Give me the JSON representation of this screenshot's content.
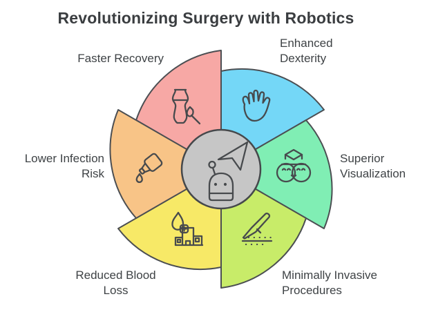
{
  "title": "Revolutionizing Surgery with Robotics",
  "colors": {
    "outline": "#4b4e52",
    "text": "#3e4245",
    "background": "#ffffff"
  },
  "center": {
    "fill": "#c6c6c6",
    "icons": [
      "robot-head-icon",
      "cursor-send-icon"
    ]
  },
  "segments": [
    {
      "id": "faster-recovery",
      "label": "Faster Recovery",
      "color": "#f7a8a5",
      "icon": "vase-restoration-icon"
    },
    {
      "id": "enhanced-dexterity",
      "label": "Enhanced Dexterity",
      "color": "#74d7f7",
      "icon": "hand-icon"
    },
    {
      "id": "superior-visualization",
      "label": "Superior Visualization",
      "color": "#80eeb4",
      "icon": "vr-goggles-cube-icon"
    },
    {
      "id": "minimally-invasive-procedures",
      "label": "Minimally Invasive Procedures",
      "color": "#c8ec69",
      "icon": "scalpel-incision-icon"
    },
    {
      "id": "reduced-blood-loss",
      "label": "Reduced Blood Loss",
      "color": "#f7e967",
      "icon": "blood-drop-hospital-icon"
    },
    {
      "id": "lower-infection-risk",
      "label": "Lower Infection Risk",
      "color": "#f8c487",
      "icon": "dropper-bottle-icon"
    }
  ]
}
